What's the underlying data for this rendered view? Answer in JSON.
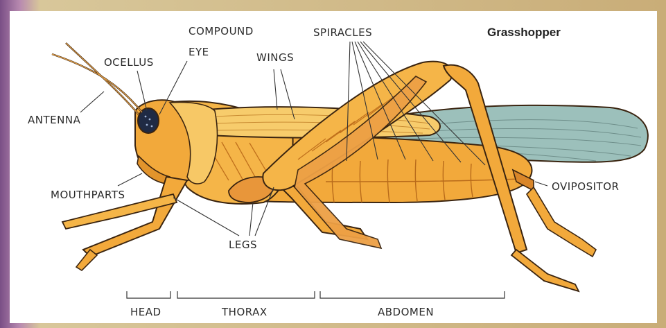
{
  "title": "Grasshopper",
  "labels": {
    "compound_eye_line1": "COMPOUND",
    "compound_eye_line2": "EYE",
    "ocellus": "OCELLUS",
    "wings": "WINGS",
    "spiracles": "SPIRACLES",
    "antenna": "ANTENNA",
    "mouthparts": "MOUTHPARTS",
    "legs": "LEGS",
    "ovipositor": "OVIPOSITOR"
  },
  "segments": {
    "head": "HEAD",
    "thorax": "THORAX",
    "abdomen": "ABDOMEN"
  },
  "colors": {
    "body_orange": "#f2a93b",
    "body_light": "#f7c866",
    "body_dark": "#c9741e",
    "wing_teal": "#8fb8b4",
    "eye": "#1f2a44",
    "outline": "#3a2410"
  }
}
